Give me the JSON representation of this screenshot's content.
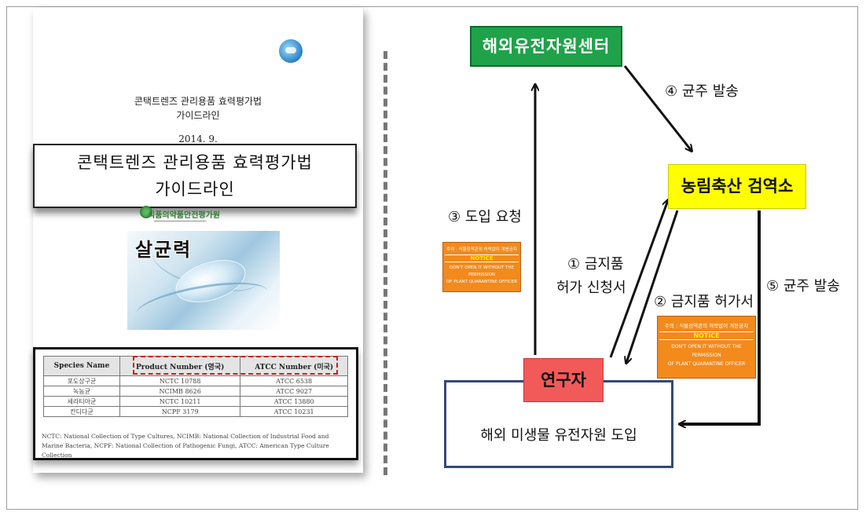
{
  "document": {
    "header_line1": "콘택트렌즈 관리용품 효력평가법",
    "header_line2": "가이드라인",
    "date": "2014. 9.",
    "box_line1": "콘택트렌즈 관리용품 효력평가법",
    "box_line2": "가이드라인",
    "agency": "식품의약품안전평가원",
    "photo_caption": "살균력",
    "table": {
      "headers": [
        "Species Name",
        "Product Number (영국)",
        "ATCC Number (미국)"
      ],
      "rows": [
        [
          "포도상구균",
          "NCTC 10788",
          "ATCC 6538"
        ],
        [
          "녹농균",
          "NCIMB 8626",
          "ATCC 9027"
        ],
        [
          "세라티아균",
          "NCTC 10211",
          "ATCC 13880"
        ],
        [
          "칸디다균",
          "NCPF 3179",
          "ATCC 10231"
        ]
      ],
      "note": "NCTC: National Collection of Type Cultures, NCIMB: National Collection of Industrial Food and Marine Bacteria, NCPF: National Collection of Pathogenic Fungi, ATCC: American Type Culture Collection"
    }
  },
  "diagram": {
    "center": "해외유전자원센터",
    "quarantine": "농림축산 검역소",
    "researcher": "연구자",
    "result": "해외 미생물 유전자원 도입",
    "step3": "③ 도입 요청",
    "step4": "④ 균주 발송",
    "step1_line1": "① 금지품",
    "step1_line2": "허가 신청서",
    "step2": "② 금지품 허가서",
    "step5": "⑤ 균주 발송",
    "notice": {
      "line1": "주의 : 식물검역관의 허락없이 개봉금지",
      "line2": "NOTICE",
      "line3": "DON'T OPEN IT WITHOUT THE PERMISSION",
      "line4": "OF PLANT QUARANTINE OFFICER"
    },
    "colors": {
      "center": "#1fa24a",
      "quarantine": "#ffff00",
      "researcher": "#f25a5a",
      "notice": "#f28a1c",
      "result_border": "#33497a"
    }
  }
}
